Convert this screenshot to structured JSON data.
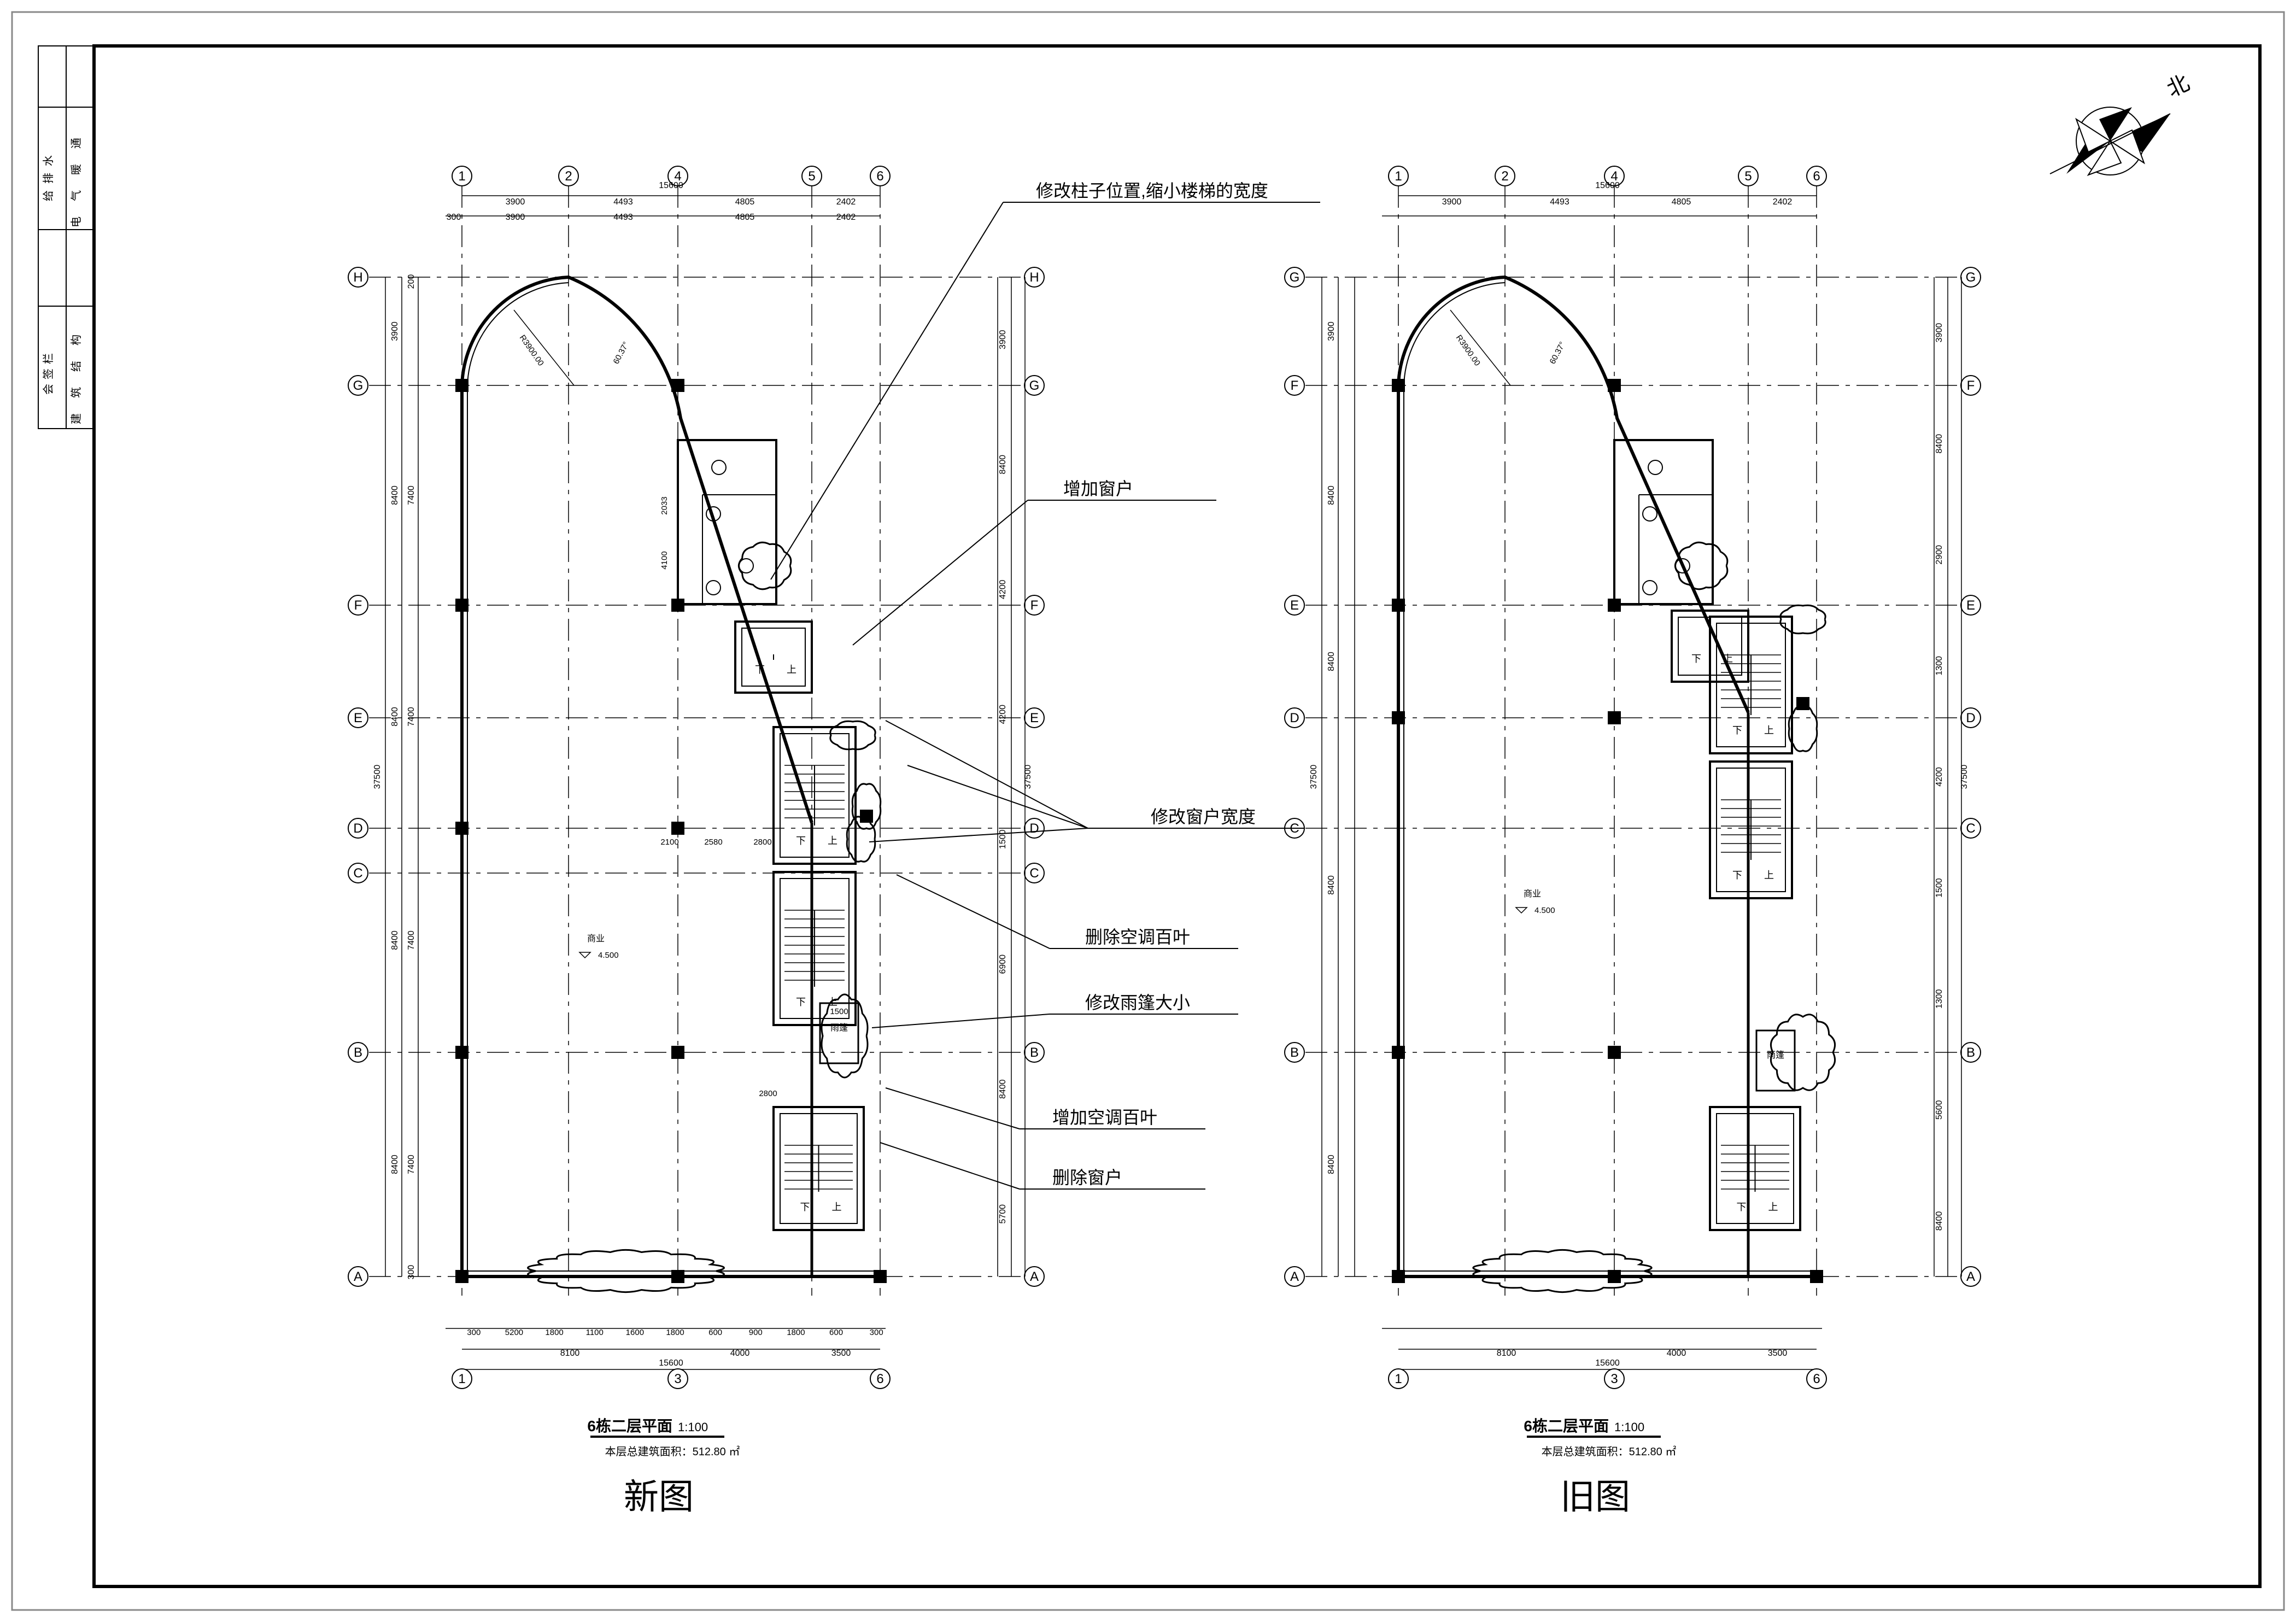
{
  "sidebar": {
    "row1": [
      "给排水",
      "电",
      "气",
      "暖",
      "通"
    ],
    "row2": [
      "会签栏",
      "建",
      "筑",
      "结",
      "构"
    ]
  },
  "north_label": "北",
  "annotations": [
    "修改柱子位置,缩小楼梯的宽度",
    "增加窗户",
    "修改窗户宽度",
    "删除空调百叶",
    "修改雨篷大小",
    "增加空调百叶",
    "删除窗户"
  ],
  "plans": [
    {
      "top_axes": [
        "1",
        "2",
        "4",
        "5",
        "6"
      ],
      "bottom_axes": [
        "1",
        "3",
        "6"
      ],
      "row_axes": [
        "H",
        "G",
        "F",
        "E",
        "D",
        "C",
        "B",
        "A"
      ],
      "top_total": "15600",
      "top_dims": [
        "3900",
        "4493",
        "4805",
        "2402"
      ],
      "top_dims2": [
        "300",
        "3900",
        "4493",
        "4805",
        "2402"
      ],
      "bottom_dims": [
        "300",
        "5200",
        "1800",
        "1100",
        "1600",
        "1800",
        "600",
        "900",
        "1800",
        "600",
        "300"
      ],
      "bottom_dims2": [
        "8100",
        "4000",
        "3500"
      ],
      "bottom_total": "15600",
      "left_total": "37500",
      "left_dims": [
        "3900",
        "8400",
        "8400",
        "8400",
        "8400"
      ],
      "left_dims2": [
        "200",
        "7400",
        "7400",
        "7400",
        "7400",
        "300"
      ],
      "right_total": "37500",
      "right_dims": [
        "3900",
        "8400",
        "4200",
        "4200",
        "1500",
        "6900",
        "8400",
        "5700"
      ],
      "radius_label": "R3900.00",
      "angle_label": "60.37°",
      "room_label": "商业",
      "level_label": "4.500",
      "canopy_label": "雨篷",
      "stair_up": "上",
      "stair_down": "下",
      "inner_dims": [
        "2100",
        "2580",
        "2800",
        "2800",
        "1500",
        "2033",
        "4100"
      ],
      "title": "6栋二层平面",
      "scale": "1:100",
      "area": "本层总建筑面积：512.80 ㎡",
      "caption": "新图"
    },
    {
      "top_axes": [
        "1",
        "2",
        "4",
        "5",
        "6"
      ],
      "bottom_axes": [
        "1",
        "3",
        "6"
      ],
      "row_axes": [
        "G",
        "F",
        "E",
        "D",
        "C",
        "B",
        "A"
      ],
      "top_total": "15600",
      "top_dims": [
        "3900",
        "4493",
        "4805",
        "2402"
      ],
      "bottom_dims2": [
        "8100",
        "4000",
        "3500"
      ],
      "bottom_total": "15600",
      "left_total": "37500",
      "left_dims": [
        "3900",
        "8400",
        "8400",
        "8400",
        "8400"
      ],
      "right_total": "37500",
      "right_dims": [
        "3900",
        "8400",
        "2900",
        "1300",
        "4200",
        "1500",
        "1300",
        "5600",
        "8400"
      ],
      "radius_label": "R3900.00",
      "angle_label": "60.37°",
      "room_label": "商业",
      "level_label": "4.500",
      "canopy_label": "雨篷",
      "stair_up": "上",
      "stair_down": "下",
      "title": "6栋二层平面",
      "scale": "1:100",
      "area": "本层总建筑面积：512.80 ㎡",
      "caption": "旧图"
    }
  ]
}
